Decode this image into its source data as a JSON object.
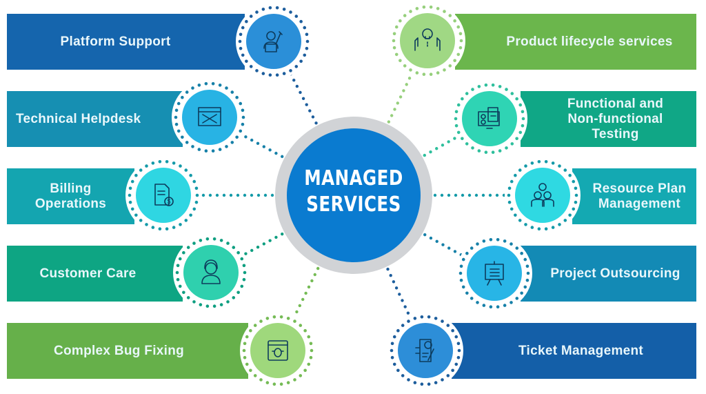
{
  "center": {
    "line1": "MANAGED",
    "line2": "SERVICES",
    "fill": "#0a7bd0",
    "ring": "#d1d3d6"
  },
  "left_items": [
    {
      "label": "Platform Support",
      "icon": "engineer-wrench-laptop-icon",
      "bar_color": "#1565ad",
      "circle_color": "#2b8fd8",
      "dot_color": "#1c5d9c"
    },
    {
      "label": "Technical Helpdesk",
      "icon": "browser-tools-icon",
      "bar_color": "#168fb2",
      "circle_color": "#28b3e4",
      "dot_color": "#1680a8"
    },
    {
      "label": "Billing Operations",
      "icon": "invoice-dollar-icon",
      "bar_color": "#14a5b0",
      "circle_color": "#2fd6e2",
      "dot_color": "#149aa8"
    },
    {
      "label": "Customer Care",
      "icon": "support-agent-headset-icon",
      "bar_color": "#0ea583",
      "circle_color": "#2fd0ae",
      "dot_color": "#0e9e80"
    },
    {
      "label": "Complex Bug Fixing",
      "icon": "bug-window-icon",
      "bar_color": "#66b04a",
      "circle_color": "#9fd87c",
      "dot_color": "#75bb55"
    }
  ],
  "right_items": [
    {
      "label": "Product lifecycle services",
      "icon": "hands-lightbulb-gear-icon",
      "bar_color": "#6bb64c",
      "circle_color": "#a0d884",
      "dot_color": "#96cf7c"
    },
    {
      "label": "Functional and Non-functional Testing",
      "icon": "test-checklist-monitor-icon",
      "bar_color": "#10a786",
      "circle_color": "#2fd4b4",
      "dot_color": "#2ebf9c"
    },
    {
      "label": "Resource Plan Management",
      "icon": "team-gear-icon",
      "bar_color": "#14a9b2",
      "circle_color": "#2fd9e2",
      "dot_color": "#149aa8"
    },
    {
      "label": "Project Outsourcing",
      "icon": "presentation-board-icon",
      "bar_color": "#138ab5",
      "circle_color": "#28b5e6",
      "dot_color": "#1680a8"
    },
    {
      "label": "Ticket Management",
      "icon": "ticket-document-pen-icon",
      "bar_color": "#145fa8",
      "circle_color": "#2d8ed8",
      "dot_color": "#1c5d9c"
    }
  ]
}
